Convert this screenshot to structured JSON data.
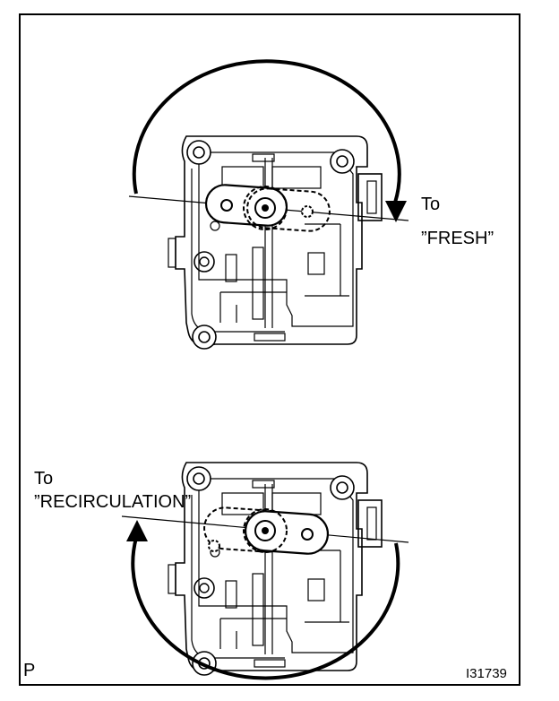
{
  "labels": {
    "top_to": "To",
    "top_target": "”FRESH”",
    "bottom_to": "To",
    "bottom_target": "”RECIRCULATION”",
    "corner_letter": "P",
    "figure_code": "I31739"
  },
  "colors": {
    "line": "#000000",
    "background": "#ffffff"
  }
}
